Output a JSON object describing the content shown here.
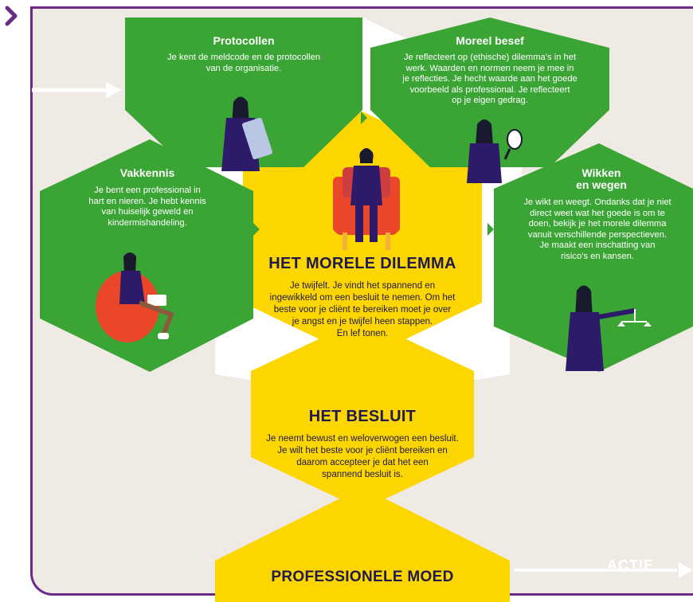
{
  "colors": {
    "frame": "#6b2a86",
    "background": "#efeae4",
    "green": "#3aa535",
    "yellow": "#fdd600",
    "navy": "#1f1a4a",
    "white": "#ffffff"
  },
  "icons": {
    "corner": "chevron-right-icon"
  },
  "hexagons": {
    "protocollen": {
      "title": "Protocollen",
      "lines": [
        "Je kent de meldcode en de protocollen",
        "van de organisatie."
      ]
    },
    "moreel_besef": {
      "title": "Moreel besef",
      "lines": [
        "Je reflecteert op (ethische) dilemma’s in het",
        "werk. Waarden en normen neem je mee in",
        "je reflecties. Je hecht waarde aan het goede",
        "voorbeeld als professional. Je reflecteert",
        "op je eigen gedrag."
      ]
    },
    "vakkennis": {
      "title": "Vakkennis",
      "lines": [
        "Je bent een professional in",
        "hart en nieren. Je hebt kennis",
        "van huiselijk geweld en",
        "kindermishandeling."
      ]
    },
    "wikken": {
      "title_lines": [
        "Wikken",
        "en wegen"
      ],
      "lines": [
        "Je wikt en weegt. Ondanks dat je niet",
        "direct weet wat het goede is om te",
        "doen, bekijk je het morele dilemma",
        "vanuit verschillende perspectieven.",
        "Je maakt een inschatting van",
        "risico’s en kansen."
      ]
    },
    "dilemma": {
      "title": "HET MORELE DILEMMA",
      "lines": [
        "Je twijfelt. Je vindt het spannend en",
        "ingewikkeld om een besluit te nemen. Om het",
        "beste voor je cliënt te bereiken moet je over",
        "je angst en je twijfel heen stappen.",
        "En lef tonen."
      ]
    },
    "besluit": {
      "title": "HET BESLUIT",
      "lines": [
        "Je neemt bewust en weloverwogen een besluit.",
        "Je wilt het beste voor je cliënt bereiken en",
        "daarom accepteer je dat het een",
        "spannend besluit is."
      ]
    },
    "moed": {
      "title": "PROFESSIONELE MOED"
    }
  },
  "actie_label": "ACTIE"
}
